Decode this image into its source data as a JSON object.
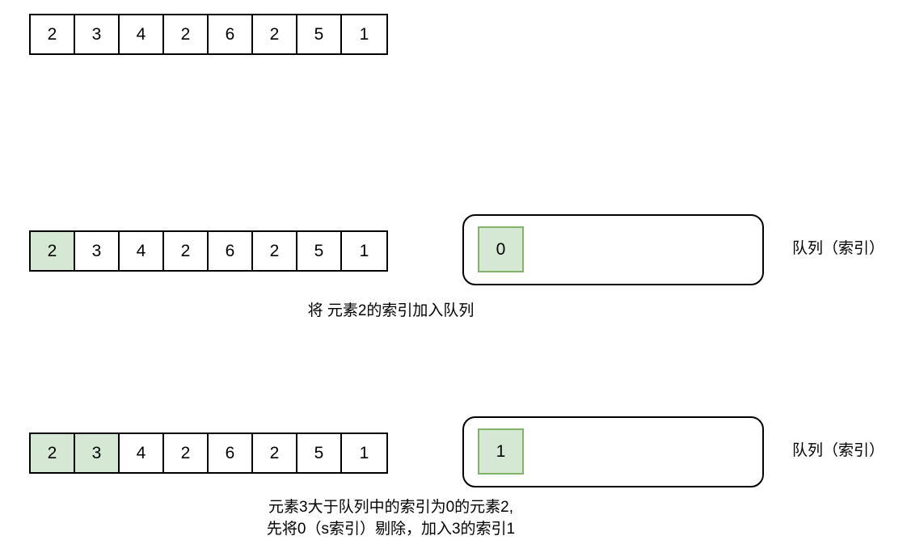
{
  "diagram": {
    "title_text": "",
    "colors": {
      "highlight_fill": "#d5e8d4",
      "highlight_stroke": "#82b366",
      "stroke": "#000000",
      "background": "#ffffff"
    },
    "rows": [
      {
        "name": "initial-array",
        "values": [
          "2",
          "3",
          "4",
          "2",
          "6",
          "2",
          "5",
          "1"
        ],
        "highlighted": [],
        "caption": "",
        "queue": null,
        "queue_label": ""
      },
      {
        "name": "step-1-array",
        "values": [
          "2",
          "3",
          "4",
          "2",
          "6",
          "2",
          "5",
          "1"
        ],
        "highlighted": [
          0
        ],
        "caption": "将 元素2的索引加入队列",
        "queue": [
          "0"
        ],
        "queue_label": "队列（索引）"
      },
      {
        "name": "step-2-array",
        "values": [
          "2",
          "3",
          "4",
          "2",
          "6",
          "2",
          "5",
          "1"
        ],
        "highlighted": [
          0,
          1
        ],
        "caption": "元素3大于队列中的索引为0的元素2,\n先将0（s索引）剔除，加入3的索引1",
        "queue": [
          "1"
        ],
        "queue_label": "队列（索引）"
      }
    ]
  }
}
